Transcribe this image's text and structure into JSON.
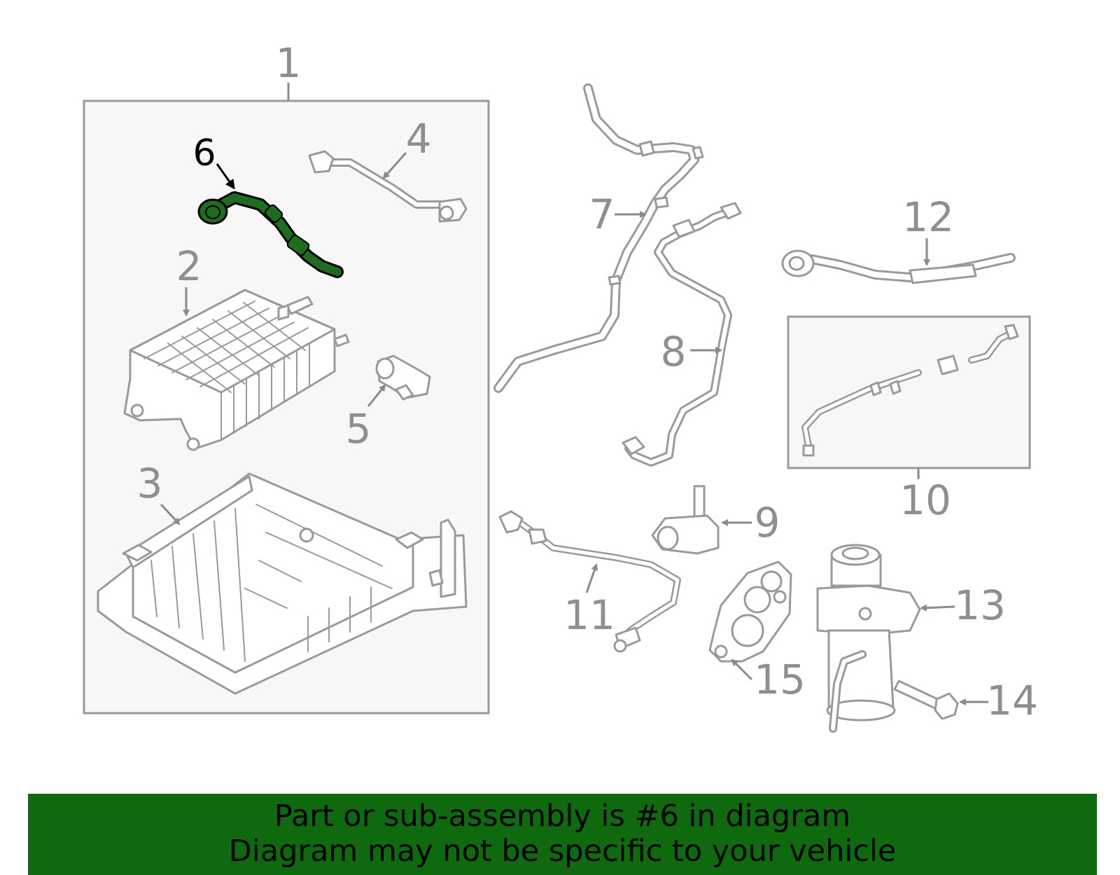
{
  "diagram": {
    "callouts": {
      "c1": "1",
      "c2": "2",
      "c3": "3",
      "c4": "4",
      "c5": "5",
      "c6": "6",
      "c7": "7",
      "c8": "8",
      "c9": "9",
      "c10": "10",
      "c11": "11",
      "c12": "12",
      "c13": "13",
      "c14": "14",
      "c15": "15"
    },
    "highlight_color": "#1f6b1f",
    "line_color": "#9a9a9a"
  },
  "banner": {
    "line1": "Part or sub-assembly is #6 in diagram",
    "line2": "Diagram may not be specific to your vehicle",
    "background": "#0f6a0f"
  }
}
